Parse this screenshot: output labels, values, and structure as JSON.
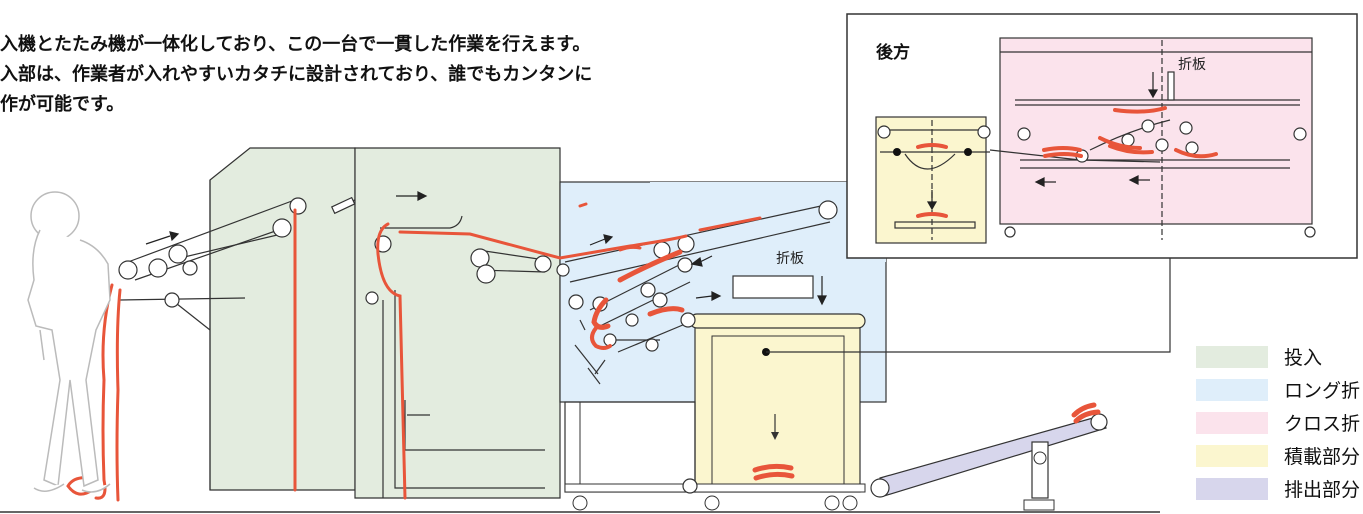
{
  "intro": {
    "lines": [
      "入機とたたみ機が一体化しており、この一台で一貫した作業を行えます。",
      "入部は、作業者が入れやすいカタチに設計されており、誰でもカンタンに",
      "作が可能です。"
    ]
  },
  "inset": {
    "title": "後方",
    "fold_plate_label": "折板"
  },
  "main_fold_plate_label": "折板",
  "legend": [
    {
      "label": "投入",
      "color": "#e3ecdf"
    },
    {
      "label": "ロング折",
      "color": "#dfeefa"
    },
    {
      "label": "クロス折",
      "color": "#fbe3ec"
    },
    {
      "label": "積載部分",
      "color": "#fbf6cf"
    },
    {
      "label": "排出部分",
      "color": "#d7d6ec"
    }
  ],
  "colors": {
    "line": "#333333",
    "linen": "#e8553a",
    "feed": "#e3ecdf",
    "long": "#dfeefa",
    "cross": "#fbe3ec",
    "stack": "#fbf6cf",
    "exit": "#d7d6ec"
  }
}
